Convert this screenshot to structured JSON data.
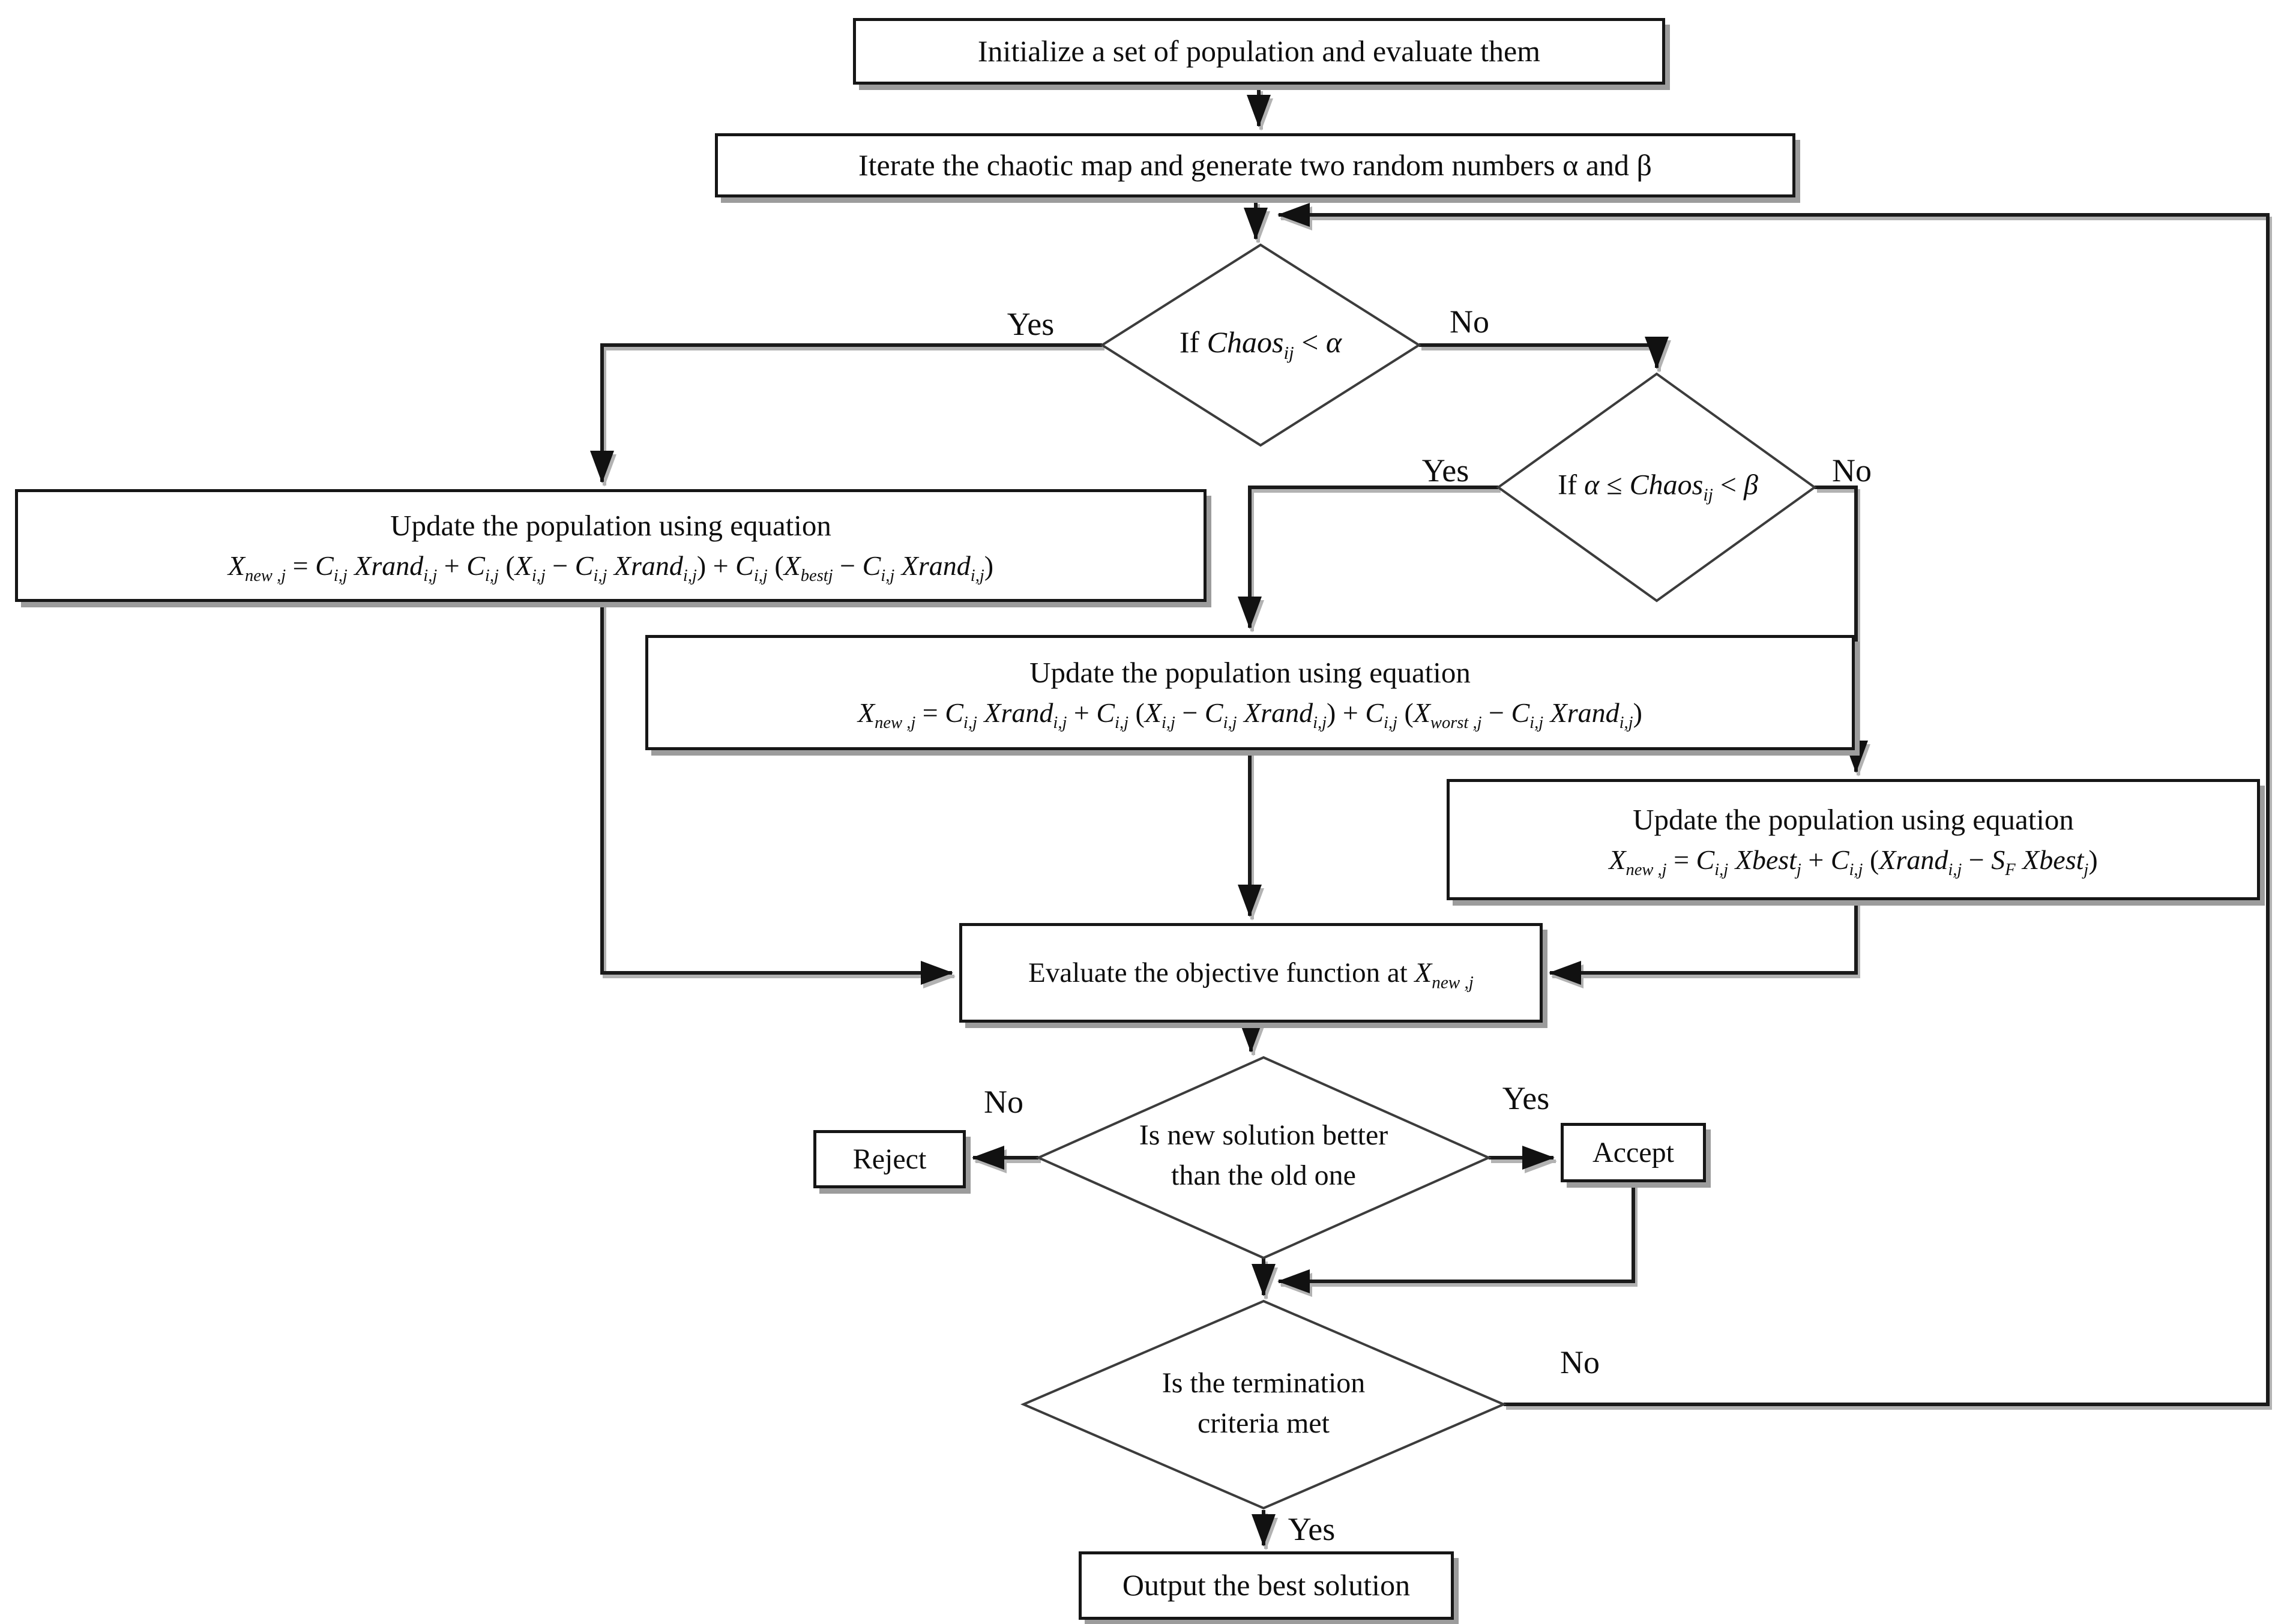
{
  "diagram": {
    "background_color": "#ffffff",
    "line_color": "#1a1a1a",
    "shadow_color": "#9c9c9c",
    "nodes": {
      "init": {
        "label": "Initialize a set of population and evaluate them"
      },
      "iterate": {
        "label": "Iterate the chaotic map and generate two random numbers α and β"
      },
      "decision1": {
        "condition": "If `Chaos`_{ij} < `α`"
      },
      "update_best": {
        "title": "Update the population using equation",
        "equation": "`X`_{new ,j} = `C`_{i,j} `Xrand`_{i,j} + `C`_{i,j} (`X`_{i,j} − `C`_{i,j} `Xrand`_{i,j}) + `C`_{i,j} (`X`_{bestj} − `C`_{i,j} `Xrand`_{i,j})"
      },
      "decision2": {
        "condition": "If `α` ≤ `Chaos`_{ij} < `β`"
      },
      "update_worst": {
        "title": "Update the population using equation",
        "equation": "`X`_{new ,j} = `C`_{i,j} `Xrand`_{i,j} + `C`_{i,j} (`X`_{i,j} − `C`_{i,j} `Xrand`_{i,j}) + `C`_{i,j} (`X`_{worst ,j} − `C`_{i,j} `Xrand`_{i,j})"
      },
      "update_elitist": {
        "title": "Update the population using equation",
        "equation": "`X`_{new ,j} = `C`_{i,j} `Xbest`_{j} + `C`_{i,j} (`Xrand`_{i,j} − `S`_{F} `Xbest`_{j})"
      },
      "evaluate": {
        "label": "Evaluate the objective function at `X`_{new ,j}"
      },
      "decision3": {
        "line1": "Is new solution better",
        "line2": "than the old one"
      },
      "reject": {
        "label": "Reject"
      },
      "accept": {
        "label": "Accept"
      },
      "decision4": {
        "line1": "Is the termination",
        "line2": "criteria met"
      },
      "output": {
        "label": "Output the best solution"
      }
    },
    "edge_labels": {
      "d1_yes": "Yes",
      "d1_no": "No",
      "d2_yes": "Yes",
      "d2_no": "No",
      "d3_no": "No",
      "d3_yes": "Yes",
      "d4_no": "No",
      "d4_yes": "Yes"
    }
  }
}
